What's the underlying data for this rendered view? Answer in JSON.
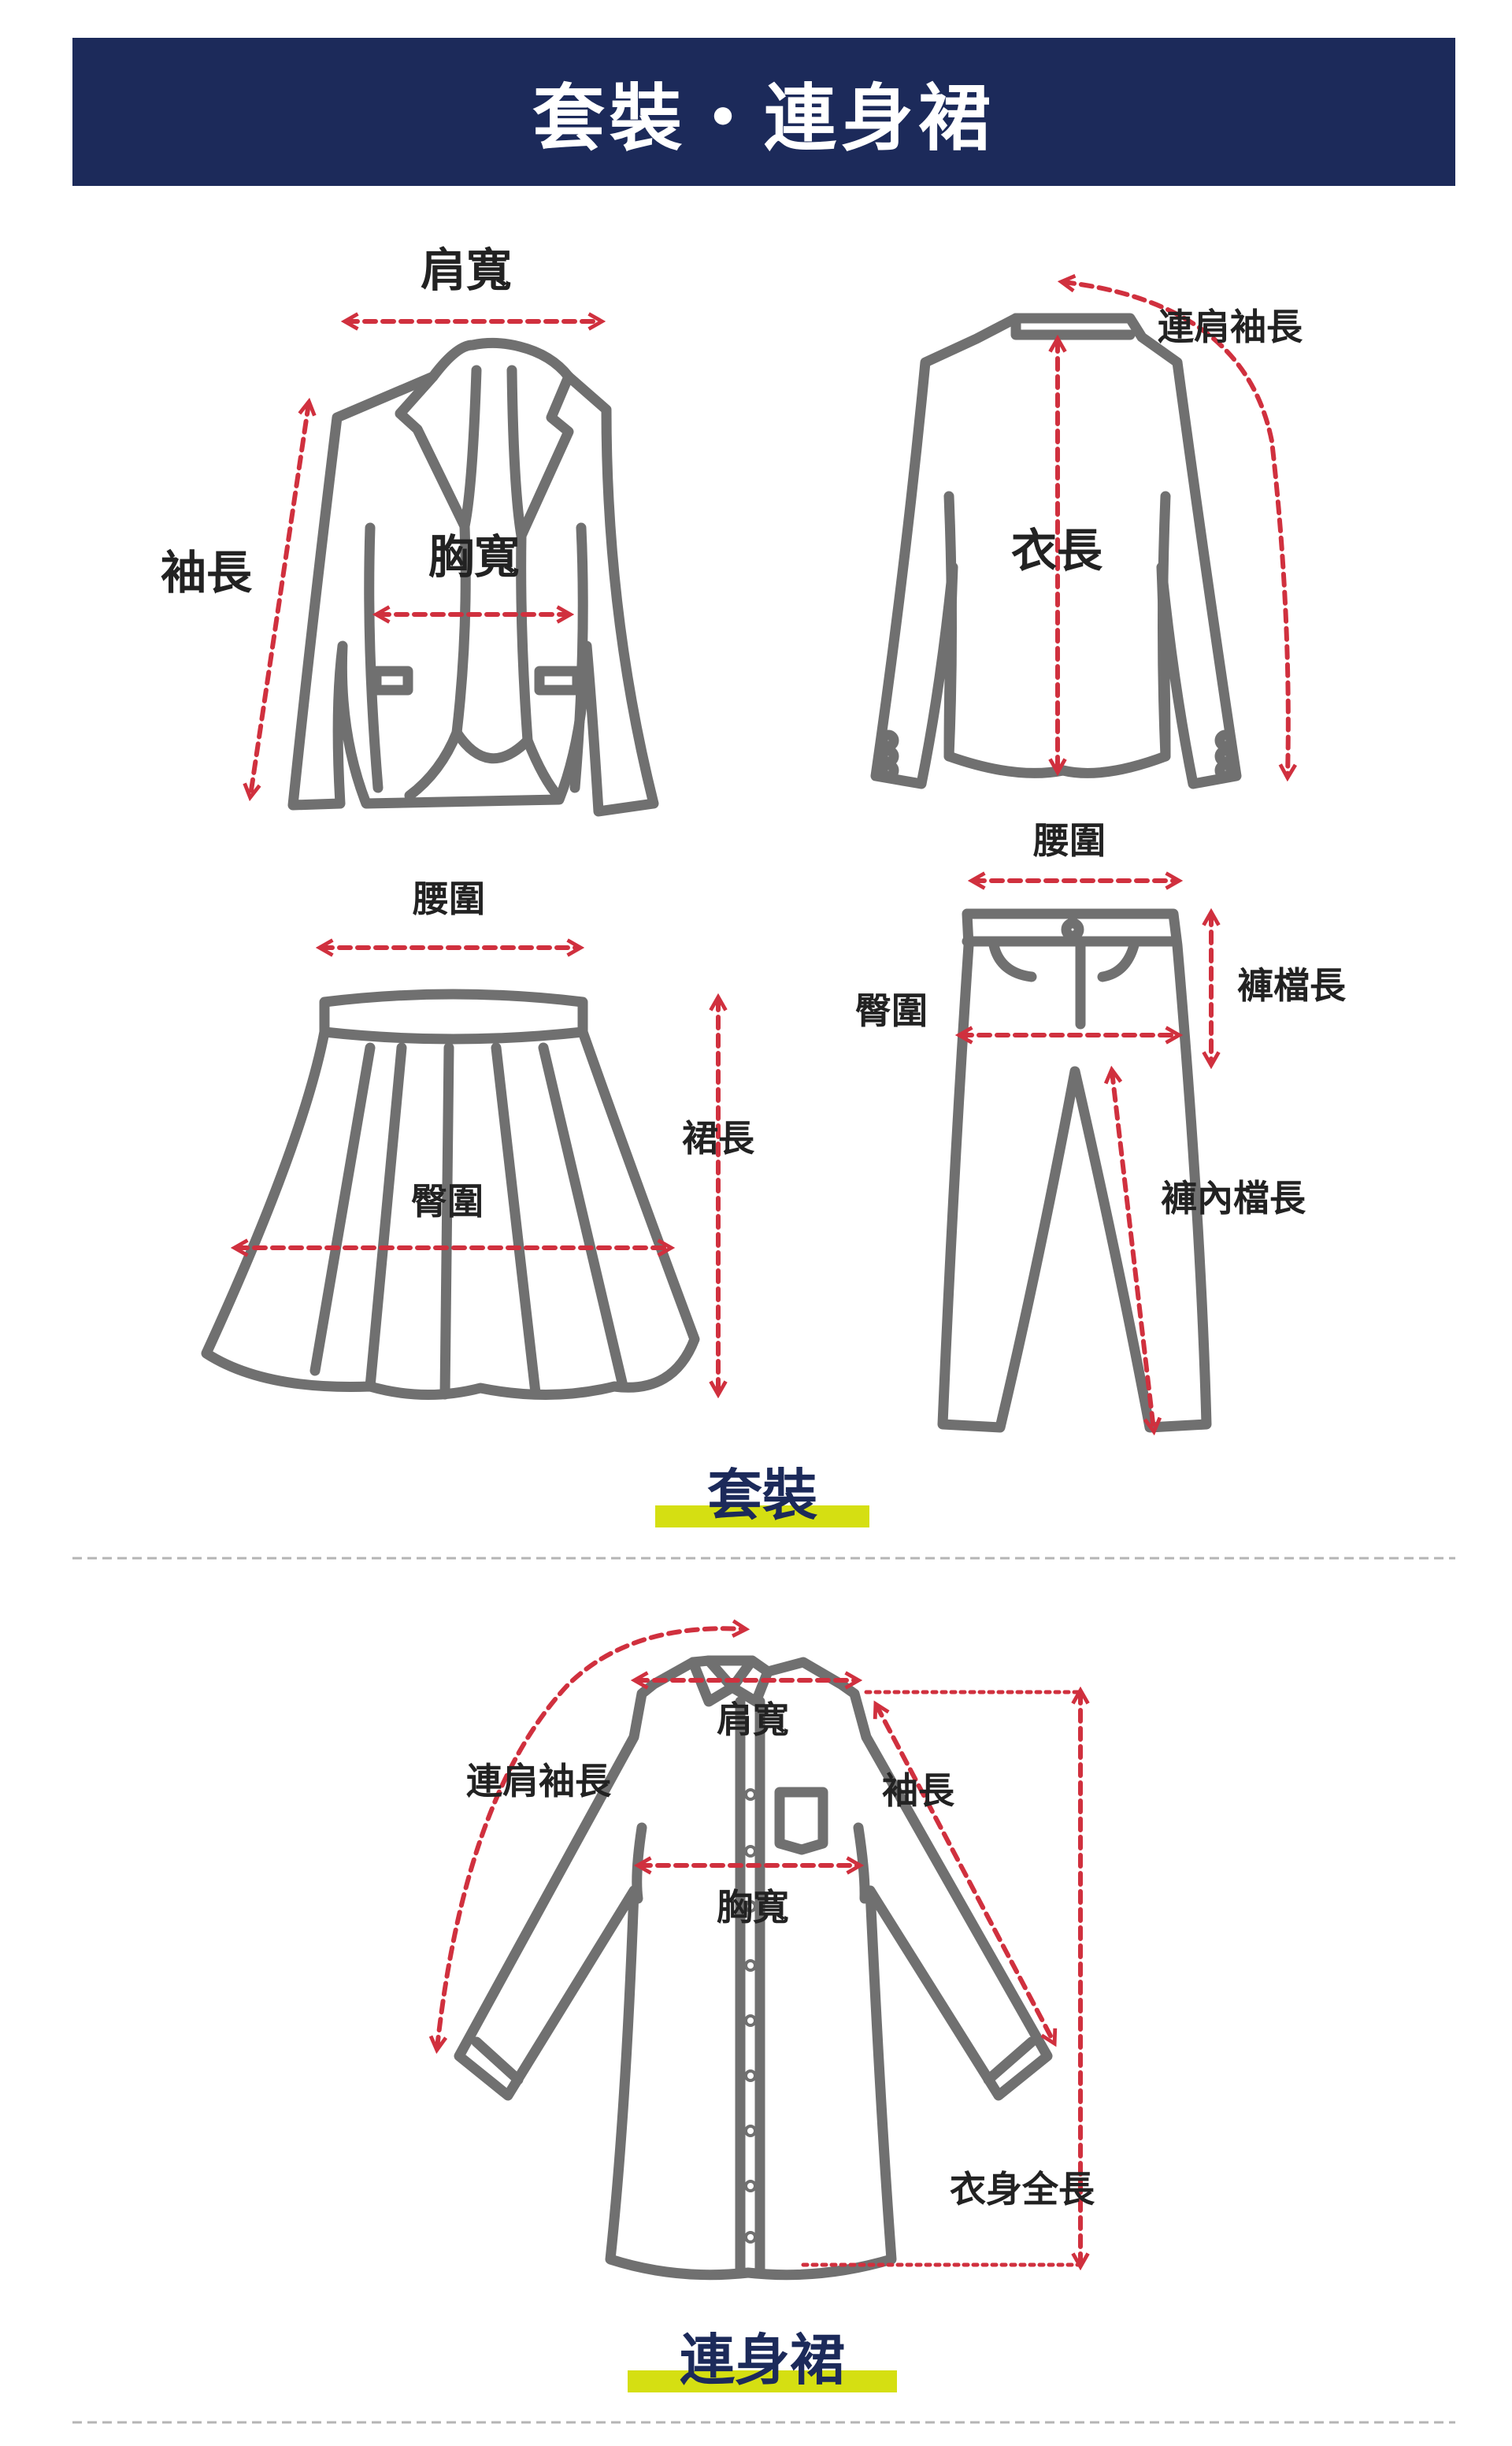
{
  "header": {
    "title": "套裝・連身裙"
  },
  "suit": {
    "jacket_front": {
      "shoulder": "肩寬",
      "sleeve": "袖長",
      "chest": "胸寬"
    },
    "jacket_back": {
      "raglan": "連肩袖長",
      "length": "衣長"
    },
    "skirt": {
      "waist": "腰圍",
      "hip": "臀圍",
      "length": "裙長"
    },
    "pants": {
      "waist": "腰圍",
      "hip": "臀圍",
      "rise": "褲檔長",
      "inseam": "褲內檔長"
    },
    "section_label": "套裝"
  },
  "dress": {
    "shoulder": "肩寬",
    "raglan": "連肩袖長",
    "sleeve": "袖長",
    "chest": "胸寬",
    "length": "衣身全長",
    "section_label": "連身裙"
  },
  "colors": {
    "header_bg": "#1c2a5a",
    "accent_red": "#d0303e",
    "underline": "#d5df12",
    "outline": "#707070"
  }
}
